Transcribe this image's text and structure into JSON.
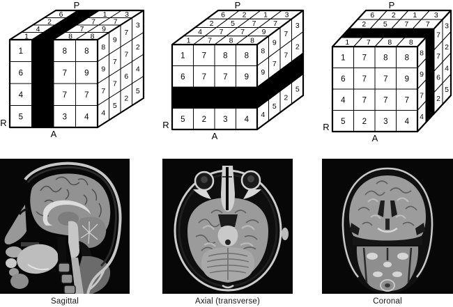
{
  "figure": {
    "colors": {
      "background": "#ffffff",
      "ink": "#000000",
      "cube_face": "#ffffff",
      "slice_fill": "#000000"
    },
    "voxel_faces": {
      "top_rows_back_to_front": [
        [
          "6",
          "2",
          "1",
          "3"
        ],
        [
          "2",
          "5",
          "7",
          "7"
        ],
        [
          "4",
          "7",
          "7",
          "9"
        ],
        [
          "1",
          "7",
          "8",
          "8"
        ]
      ],
      "front_rows_top_to_bottom": [
        [
          "1",
          "7",
          "8",
          "8"
        ],
        [
          "6",
          "7",
          "7",
          "9"
        ],
        [
          "4",
          "7",
          "7",
          "7"
        ],
        [
          "5",
          "2",
          "3",
          "4"
        ]
      ],
      "right_cols_front_to_back": [
        [
          "8",
          "9",
          "7",
          "4"
        ],
        [
          "9",
          "7",
          "7",
          "5"
        ],
        [
          "7",
          "7",
          "6",
          "2"
        ],
        [
          "3",
          "2",
          "4",
          "5"
        ]
      ]
    },
    "cubes": [
      {
        "id": "sagittal",
        "slice": {
          "axis": "x",
          "index": 1,
          "plane": "sagittal"
        },
        "labels": {
          "posterior": "P",
          "right": "R",
          "anterior": "A"
        }
      },
      {
        "id": "axial",
        "slice": {
          "axis": "y",
          "index": 2,
          "plane": "axial"
        },
        "labels": {
          "posterior": "P",
          "right": "R",
          "anterior": "A"
        }
      },
      {
        "id": "coronal",
        "slice": {
          "axis": "z",
          "index": 1,
          "plane": "coronal"
        },
        "labels": {
          "posterior": "P",
          "right": "R",
          "anterior": "A"
        }
      }
    ],
    "mri_panels": [
      {
        "id": "sagittal",
        "caption": "Sagittal"
      },
      {
        "id": "axial",
        "caption": "Axial (transverse)"
      },
      {
        "id": "coronal",
        "caption": "Coronal"
      }
    ]
  }
}
